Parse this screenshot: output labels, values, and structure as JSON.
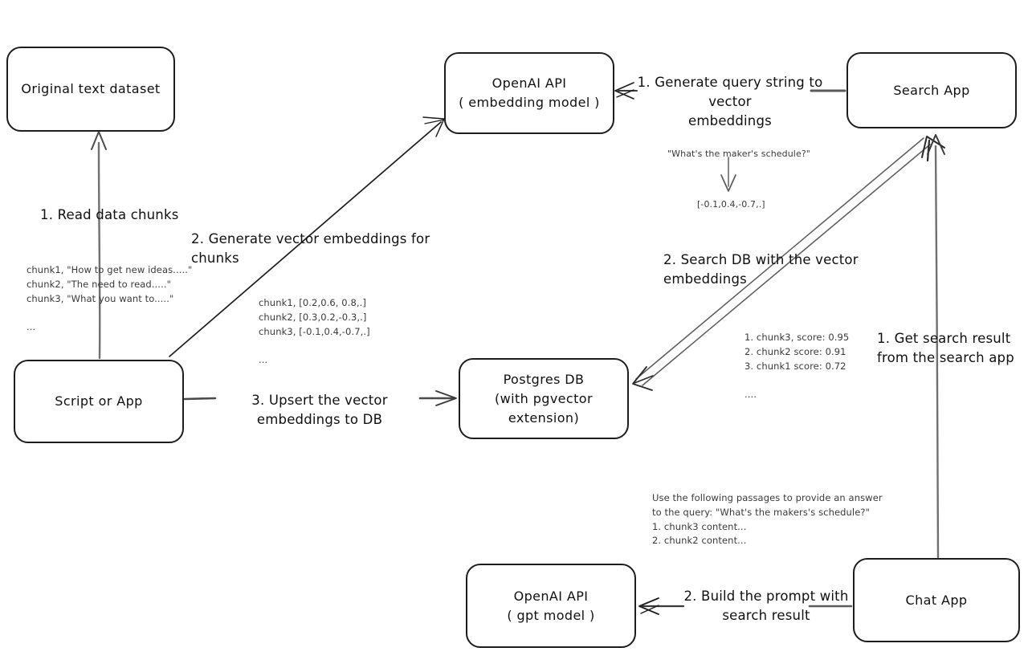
{
  "diagram": {
    "title": "Vector search / RAG architecture (hand-drawn whiteboard style)",
    "background": "#ffffff",
    "stroke": "#1d1d1d",
    "note_color": "#3a3a3a"
  },
  "nodes": {
    "original_dataset": {
      "line1": "Original text dataset",
      "line2": ""
    },
    "script_or_app": {
      "line1": "Script or App",
      "line2": ""
    },
    "openai_embedding": {
      "line1": "OpenAI API",
      "line2": "( embedding model )"
    },
    "postgres_db": {
      "line1": "Postgres DB",
      "line2": "(with pgvector extension)"
    },
    "search_app": {
      "line1": "Search App",
      "line2": ""
    },
    "chat_app": {
      "line1": "Chat App",
      "line2": ""
    },
    "openai_gpt": {
      "line1": "OpenAI API",
      "line2": "( gpt model )"
    }
  },
  "edge_labels": {
    "read_data_chunks": "1. Read data chunks",
    "generate_vector_embeddings": "2. Generate vector embeddings for chunks",
    "upsert_to_db": "3. Upsert the vector embeddings  to DB",
    "generate_query_embeddings_l1": "1. Generate query string to vector",
    "generate_query_embeddings_l2": "embeddings",
    "search_db": "2. Search DB with the vector embeddings",
    "get_search_result_l1": "1. Get search result",
    "get_search_result_l2": "from the search app",
    "build_prompt_l1": "2. Build the prompt with",
    "build_prompt_l2": "search result"
  },
  "notes": {
    "raw_chunks": "chunk1, \"How to get new ideas.....\"\nchunk2, \"The need to read.....\"\nchunk3, \"What you want to.....\"\n\n...",
    "embedded_chunks": "chunk1, [0.2,0.6, 0.8,.]\nchunk2, [0.3,0.2,-0.3,.]\nchunk3, [-0.1,0.4,-0.7,.]\n\n...",
    "query_string": "\"What's the maker's schedule?\"",
    "query_vector": "[-0.1,0.4,-0.7,.]",
    "search_scores": "1. chunk3, score: 0.95\n2. chunk2 score: 0.91\n3. chunk1 score: 0.72\n\n....",
    "prompt_preview": "Use the following passages to provide an answer\nto the query: \"What's the makers's schedule?\"\n1. chunk3 content...\n2. chunk2 content..."
  }
}
